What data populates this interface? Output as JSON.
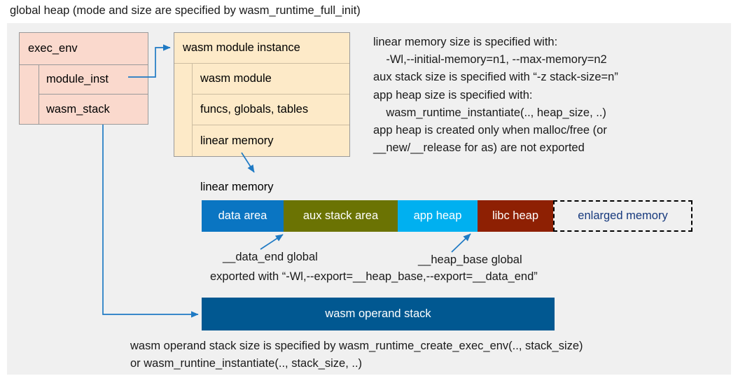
{
  "title": "global heap (mode and size are specified by wasm_runtime_full_init)",
  "exec_env": {
    "title": "exec_env",
    "fields": [
      {
        "label": "module_inst"
      },
      {
        "label": "wasm_stack"
      }
    ]
  },
  "wasm_module_instance": {
    "title": "wasm module instance",
    "fields": [
      {
        "label": "wasm module"
      },
      {
        "label": "funcs, globals, tables"
      },
      {
        "label": "linear memory"
      }
    ]
  },
  "notes": {
    "text": "linear memory size is specified with:\n    -Wl,--initial-memory=n1, --max-memory=n2\naux stack size is specified with “-z stack-size=n”\napp heap size is specified with:\n    wasm_runtime_instantiate(.., heap_size, ..)\napp heap is created only when malloc/free (or\n__new/__release for as) are not exported"
  },
  "linear_memory": {
    "label": "linear memory",
    "segments": [
      {
        "label": "data area",
        "color": "#0a75c2",
        "width": 117
      },
      {
        "label": "aux stack area",
        "color": "#6b7303",
        "width": 163
      },
      {
        "label": "app heap",
        "color": "#00b0f0",
        "width": 114
      },
      {
        "label": "libc heap",
        "color": "#8e2003",
        "width": 108
      },
      {
        "label": "enlarged memory",
        "color": "#f0f0f0",
        "width": 199,
        "dashed": true
      }
    ]
  },
  "annotations": {
    "data_end": "__data_end global",
    "heap_base": "__heap_base global",
    "exported_with": "exported with “-Wl,--export=__heap_base,--export=__data_end”"
  },
  "operand_stack": {
    "label": "wasm operand stack",
    "note": "wasm operand stack size is specified by wasm_runtime_create_exec_env(.., stack_size)\nor wasm_runtine_instantiate(.., stack_size, ..)"
  },
  "colors": {
    "arrow": "#1f7ac4",
    "backdrop": "#f0f0f0",
    "exec_env_fill": "#fad9cd",
    "module_instance_fill": "#fdeac8",
    "operand_stack_fill": "#015891"
  }
}
